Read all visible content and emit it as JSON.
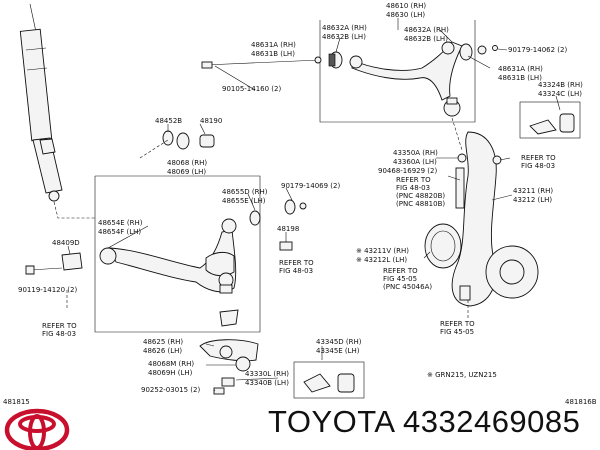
{
  "labels": {
    "p48610": "48610 (RH)",
    "p48630": "48630 (LH)",
    "p48632a_l": "48632A (RH)",
    "p48632b_l": "48632B (LH)",
    "p48632a_r": "48632A (RH)",
    "p48632b_r": "48632B (LH)",
    "p48631a_l": "48631A (RH)",
    "p48631b_l": "48631B (LH)",
    "p48631a_r": "48631A (RH)",
    "p48631b_r": "48631B (LH)",
    "p90179_14062": "90179-14062 (2)",
    "p90105": "90105-14160 (2)",
    "p43324b": "43324B (RH)",
    "p43324c": "43324C (LH)",
    "p48452b": "48452B",
    "p48190": "48190",
    "p48068": "48068 (RH)",
    "p48069": "48069 (LH)",
    "p48655d": "48655D (RH)",
    "p48655e": "48655E (LH)",
    "p90179_14069": "90179-14069 (2)",
    "p48654e": "48654E (RH)",
    "p48654f": "48654F (LH)",
    "p48198": "48198",
    "p48409d": "48409D",
    "refer_fig_48_03_a1": "REFER TO",
    "refer_fig_48_03_a2": "FIG 48-03",
    "p90119": "90119-14120 (2)",
    "refer_fig_48_03_b1": "REFER TO",
    "refer_fig_48_03_b2": "FIG 48-03",
    "p43350a": "43350A (RH)",
    "p43360a": "43360A (LH)",
    "p90468": "90468-16929 (2)",
    "refer_c1": "REFER TO",
    "refer_c2": "FIG 48-03",
    "pnc48820b": "(PNC 48820B)",
    "pnc48810b": "(PNC 48810B)",
    "refer_d1": "REFER TO",
    "refer_d2": "FIG 48-03",
    "p43211": "43211 (RH)",
    "p43212": "43212 (LH)",
    "p43211v": "※ 43211V (RH)",
    "p43212l": "※ 43212L (LH)",
    "refer_e1": "REFER TO",
    "refer_e2": "FIG 45-05",
    "pnc45046a": "(PNC 45046A)",
    "refer_f1": "REFER TO",
    "refer_f2": "FIG 45-05",
    "p48625": "48625 (RH)",
    "p48626": "48626 (LH)",
    "p48068m": "48068M (RH)",
    "p48069h": "48069H (LH)",
    "p43330l": "43330L (RH)",
    "p43340b": "43340B (LH)",
    "p90252": "90252-03015 (2)",
    "p43345d": "43345D (RH)",
    "p43345e": "43345E (LH)",
    "footnote": "※ GRN215, UZN215",
    "code_left": "481815",
    "code_right": "481816B"
  },
  "title": "TOYOTA 4332469085",
  "colors": {
    "logo": "#c8102e",
    "ink": "#111111"
  }
}
